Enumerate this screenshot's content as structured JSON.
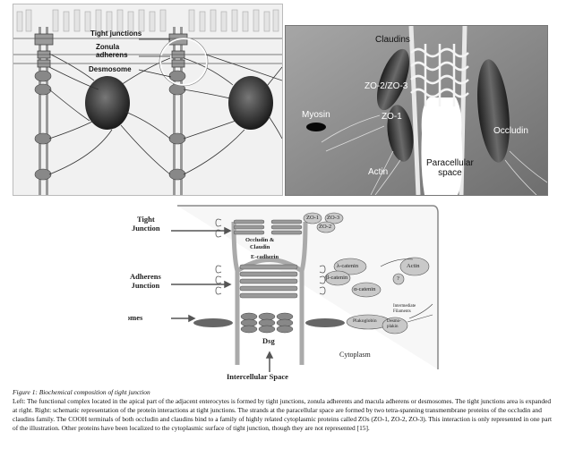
{
  "left_panel": {
    "labels": {
      "tight_junctions": "Tight junctions",
      "zonula_adherens": "Zonula\nadherens",
      "desmosome": "Desmosome"
    }
  },
  "right_panel": {
    "labels": {
      "claudins": "Claudins",
      "zo2_zo3": "ZO-2/ZO-3",
      "zo1": "ZO-1",
      "myosin": "Myosin",
      "actin": "Actin",
      "paracellular_space": "Paracellular\nspace",
      "occludin": "Occludin"
    }
  },
  "bottom_panel": {
    "labels": {
      "tight_junction": "Tight\nJunction",
      "adherens_junction": "Adherens\nJunction",
      "desmosomes": "Desmosomes",
      "occludin_claudin": "Occludin &\nClaudin",
      "e_cadherin": "E-cadherin",
      "zo1": "ZO-1",
      "zo2": "ZO-2",
      "zo3": "ZO-3",
      "lambda_catenin": "λ-catenin",
      "beta_catenin": "β-catenin",
      "alpha_catenin": "α-catenin",
      "actin": "Actin",
      "question": "?",
      "intermediate_filaments": "Intermediate\nFilaments",
      "plakoglobin": "Plakoglobin",
      "desmoplakin": "Desmo-\nplakin",
      "dsg": "Dsg",
      "cytoplasm": "Cytoplasm",
      "intercellular_space": "Intercellular Space"
    }
  },
  "caption": {
    "title": "Figure 1: Biochemical composition of tight junction",
    "text": "Left: The functional complex located in the apical part of the adjacent enterocytes is formed by tight junctions, zonula adherents and macula adherens or desmosomes. The tight junctions area is expanded at right. Right: schematic representation of the protein interactions at tight junctions. The strands at the paracellular space are formed by two tetra-spanning transmembrane proteins of the occludin and claudins family. The COOH terminals of both occludin and claudins bind to a family of highly related cytoplasmic proteins called ZOs (ZO-1, ZO-2, ZO-3). This interaction is only represented in one part of the illustration. Other proteins have been localized to the cytoplasmic surface of tight junction, though they are not represented [15]."
  },
  "colors": {
    "gray_dark": "#3a3a3a",
    "gray_mid": "#8c8c8c",
    "gray_light": "#d6d6d6"
  }
}
